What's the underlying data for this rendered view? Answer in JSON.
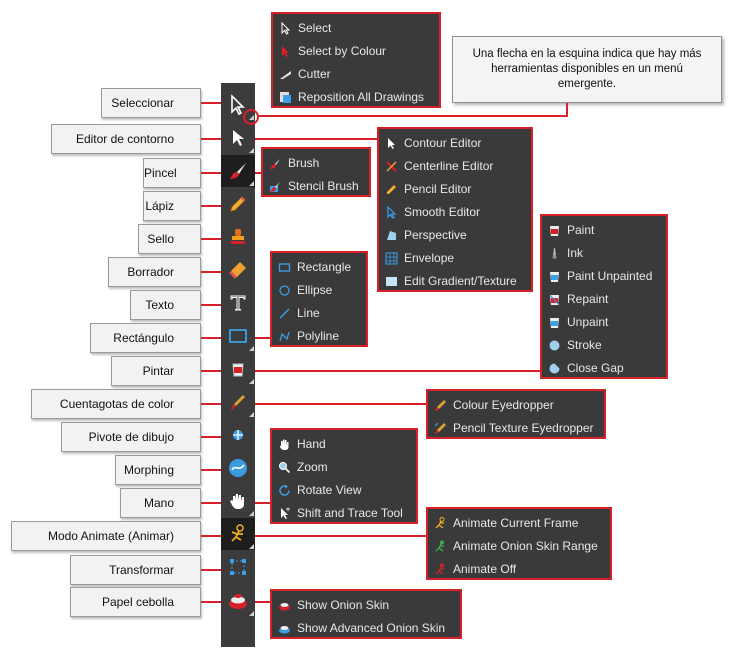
{
  "note": "Una flecha en la esquina indica que hay más herramientas disponibles en un menú emergente.",
  "colors": {
    "callout": "#d8202a",
    "toolbar": "#3c3c3c",
    "popup": "#3a3a3a"
  },
  "tools": [
    {
      "label": "Seleccionar",
      "icon": "select-arrow-icon"
    },
    {
      "label": "Editor de contorno",
      "icon": "contour-editor-icon"
    },
    {
      "label": "Pincel",
      "icon": "brush-icon"
    },
    {
      "label": "Lápiz",
      "icon": "pencil-icon"
    },
    {
      "label": "Sello",
      "icon": "stamp-icon"
    },
    {
      "label": "Borrador",
      "icon": "eraser-icon"
    },
    {
      "label": "Texto",
      "icon": "text-icon"
    },
    {
      "label": "Rectángulo",
      "icon": "rectangle-icon"
    },
    {
      "label": "Pintar",
      "icon": "paint-bucket-icon"
    },
    {
      "label": "Cuentagotas de color",
      "icon": "eyedropper-icon"
    },
    {
      "label": "Pivote de dibujo",
      "icon": "pivot-icon"
    },
    {
      "label": "Morphing",
      "icon": "morphing-icon"
    },
    {
      "label": "Mano",
      "icon": "hand-icon"
    },
    {
      "label": "Modo Animate (Animar)",
      "icon": "animate-mode-icon"
    },
    {
      "label": "Transformar",
      "icon": "transform-icon"
    },
    {
      "label": "Papel cebolla",
      "icon": "onion-skin-icon"
    }
  ],
  "menus": {
    "select": [
      "Select",
      "Select by Colour",
      "Cutter",
      "Reposition All Drawings"
    ],
    "contour": [
      "Contour Editor",
      "Centerline Editor",
      "Pencil Editor",
      "Smooth Editor",
      "Perspective",
      "Envelope",
      "Edit Gradient/Texture"
    ],
    "brush": [
      "Brush",
      "Stencil Brush"
    ],
    "shape": [
      "Rectangle",
      "Ellipse",
      "Line",
      "Polyline"
    ],
    "paint": [
      "Paint",
      "Ink",
      "Paint Unpainted",
      "Repaint",
      "Unpaint",
      "Stroke",
      "Close Gap"
    ],
    "eyedropper": [
      "Colour Eyedropper",
      "Pencil Texture Eyedropper"
    ],
    "hand": [
      "Hand",
      "Zoom",
      "Rotate View",
      "Shift and Trace Tool"
    ],
    "animate": [
      "Animate Current Frame",
      "Animate Onion Skin Range",
      "Animate Off"
    ],
    "onion": [
      "Show Onion Skin",
      "Show Advanced Onion Skin"
    ]
  }
}
